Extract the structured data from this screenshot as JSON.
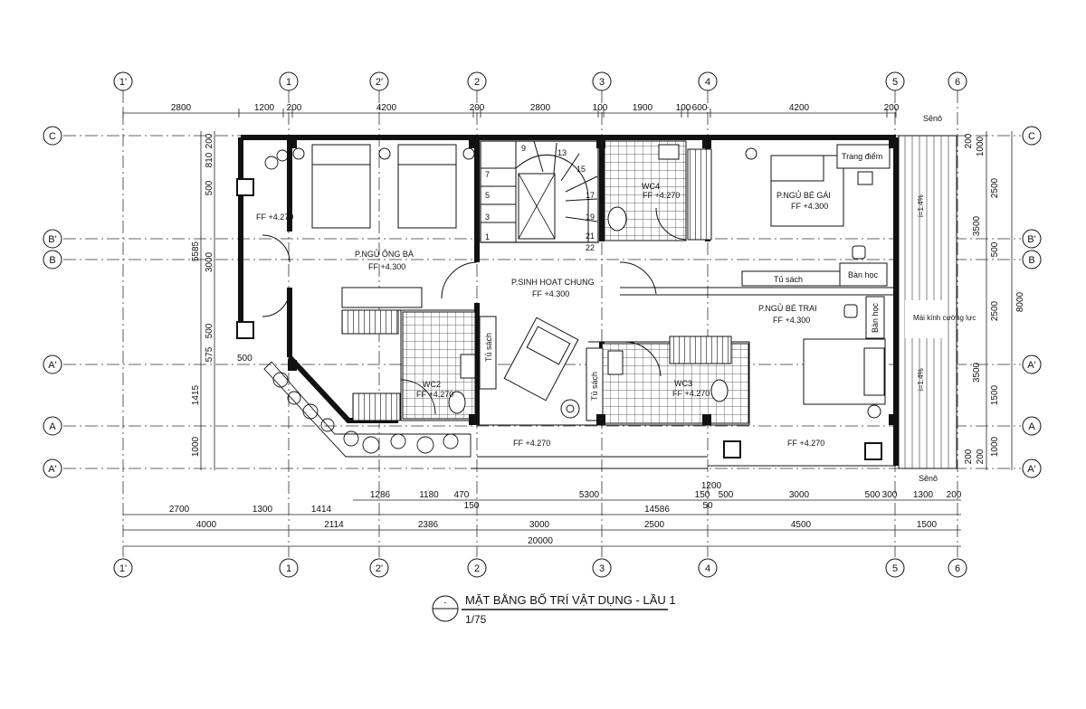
{
  "grid_top": [
    "1'",
    "1",
    "2'",
    "2",
    "3",
    "4",
    "5",
    "6"
  ],
  "grid_bottom": [
    "1'",
    "1",
    "2'",
    "2",
    "3",
    "4",
    "5",
    "6"
  ],
  "grid_left": [
    "C",
    "B'",
    "B",
    "A'",
    "A",
    "A'"
  ],
  "grid_right": [
    "C",
    "B'",
    "B",
    "A'",
    "A",
    "A'"
  ],
  "dims_top": [
    "2800",
    "1200",
    "200",
    "4200",
    "200",
    "2800",
    "100",
    "1900",
    "100",
    "600",
    "4200",
    "200"
  ],
  "dims_left": [
    "200",
    "810",
    "500",
    "3000",
    "5585",
    "500",
    "575",
    "500",
    "1415",
    "1000"
  ],
  "dims_right": [
    "200",
    "1000",
    "2500",
    "3500",
    "500",
    "2500",
    "8000",
    "3500",
    "1500",
    "1000",
    "200",
    "200"
  ],
  "dims_bottom_row1": [
    "1286",
    "1180",
    "470",
    "5300",
    "150",
    "500",
    "3000",
    "500",
    "300",
    "1300",
    "200"
  ],
  "dims_bottom_row1b": [
    "150",
    "1200",
    "50"
  ],
  "dims_bottom_row2": [
    "2700",
    "1300",
    "1414",
    "14586"
  ],
  "dims_bottom_row3": [
    "4000",
    "2114",
    "2386",
    "3000",
    "2500",
    "4500",
    "1500"
  ],
  "dims_bottom_total": "20000",
  "rooms": {
    "ong_ba": "P.NGỦ ÔNG BÀ",
    "sinh_hoat": "P.SINH HOẠT CHUNG",
    "be_gai": "P.NGỦ BÉ GÁI",
    "be_trai": "P.NGỦ BÉ TRAI",
    "wc2": "WC2",
    "wc3": "WC3",
    "wc4": "WC4"
  },
  "levels": {
    "ff_4300": "FF +4.300",
    "ff_4270": "FF +4.270"
  },
  "furniture": {
    "trang_diem": "Trang điểm",
    "tu_sach": "Tủ sách",
    "ban_hoc": "Bàn học",
    "mai_kinh": "Mái kính cường lực",
    "seno": "Sênô",
    "slope": "i=1.4%"
  },
  "stair_numbers": [
    "9",
    "13",
    "15",
    "17",
    "19",
    "21",
    "22",
    "7",
    "5",
    "3",
    "1"
  ],
  "misc": {
    "small_500": "500"
  },
  "title": {
    "main": "MẶT BẰNG BỐ TRÍ VẬT DỤNG - LẦU 1",
    "scale": "1/75",
    "bubble_mark": "-"
  }
}
